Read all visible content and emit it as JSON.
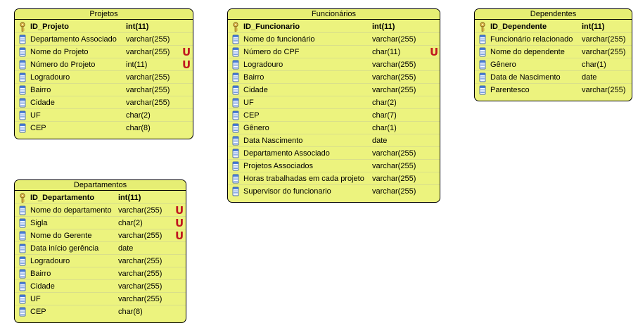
{
  "tables": [
    {
      "id": "projetos",
      "title": "Projetos",
      "columns": [
        {
          "name": "ID_Projeto",
          "type": "int(11)",
          "pk": true,
          "unique": false
        },
        {
          "name": "Departamento Associado",
          "type": "varchar(255)",
          "pk": false,
          "unique": false
        },
        {
          "name": "Nome do Projeto",
          "type": "varchar(255)",
          "pk": false,
          "unique": true
        },
        {
          "name": "Número do Projeto",
          "type": "int(11)",
          "pk": false,
          "unique": true
        },
        {
          "name": "Logradouro",
          "type": "varchar(255)",
          "pk": false,
          "unique": false
        },
        {
          "name": "Bairro",
          "type": "varchar(255)",
          "pk": false,
          "unique": false
        },
        {
          "name": "Cidade",
          "type": "varchar(255)",
          "pk": false,
          "unique": false
        },
        {
          "name": "UF",
          "type": "char(2)",
          "pk": false,
          "unique": false
        },
        {
          "name": "CEP",
          "type": "char(8)",
          "pk": false,
          "unique": false
        }
      ]
    },
    {
      "id": "funcionarios",
      "title": "Funcionários",
      "columns": [
        {
          "name": "ID_Funcionario",
          "type": "int(11)",
          "pk": true,
          "unique": false
        },
        {
          "name": "Nome do funcionário",
          "type": "varchar(255)",
          "pk": false,
          "unique": false
        },
        {
          "name": "Número do CPF",
          "type": "char(11)",
          "pk": false,
          "unique": true
        },
        {
          "name": "Logradouro",
          "type": "varchar(255)",
          "pk": false,
          "unique": false
        },
        {
          "name": "Bairro",
          "type": "varchar(255)",
          "pk": false,
          "unique": false
        },
        {
          "name": "Cidade",
          "type": "varchar(255)",
          "pk": false,
          "unique": false
        },
        {
          "name": "UF",
          "type": "char(2)",
          "pk": false,
          "unique": false
        },
        {
          "name": "CEP",
          "type": "char(7)",
          "pk": false,
          "unique": false
        },
        {
          "name": "Gênero",
          "type": "char(1)",
          "pk": false,
          "unique": false
        },
        {
          "name": "Data Nascimento",
          "type": "date",
          "pk": false,
          "unique": false
        },
        {
          "name": "Departamento Associado",
          "type": "varchar(255)",
          "pk": false,
          "unique": false
        },
        {
          "name": "Projetos Associados",
          "type": "varchar(255)",
          "pk": false,
          "unique": false
        },
        {
          "name": "Horas trabalhadas em cada projeto",
          "type": "varchar(255)",
          "pk": false,
          "unique": false
        },
        {
          "name": "Supervisor do funcionario",
          "type": "varchar(255)",
          "pk": false,
          "unique": false
        }
      ]
    },
    {
      "id": "dependentes",
      "title": "Dependentes",
      "columns": [
        {
          "name": "ID_Dependente",
          "type": "int(11)",
          "pk": true,
          "unique": false
        },
        {
          "name": "Funcionário relacionado",
          "type": "varchar(255)",
          "pk": false,
          "unique": false
        },
        {
          "name": "Nome do dependente",
          "type": "varchar(255)",
          "pk": false,
          "unique": false
        },
        {
          "name": "Gênero",
          "type": "char(1)",
          "pk": false,
          "unique": false
        },
        {
          "name": "Data de Nascimento",
          "type": "date",
          "pk": false,
          "unique": false
        },
        {
          "name": "Parentesco",
          "type": "varchar(255)",
          "pk": false,
          "unique": false
        }
      ]
    },
    {
      "id": "departamentos",
      "title": "Departamentos",
      "columns": [
        {
          "name": "ID_Departamento",
          "type": "int(11)",
          "pk": true,
          "unique": false
        },
        {
          "name": "Nome do departamento",
          "type": "varchar(255)",
          "pk": false,
          "unique": true
        },
        {
          "name": "Sigla",
          "type": "char(2)",
          "pk": false,
          "unique": true
        },
        {
          "name": "Nome do Gerente",
          "type": "varchar(255)",
          "pk": false,
          "unique": true
        },
        {
          "name": "Data início gerência",
          "type": "date",
          "pk": false,
          "unique": false
        },
        {
          "name": "Logradouro",
          "type": "varchar(255)",
          "pk": false,
          "unique": false
        },
        {
          "name": "Bairro",
          "type": "varchar(255)",
          "pk": false,
          "unique": false
        },
        {
          "name": "Cidade",
          "type": "varchar(255)",
          "pk": false,
          "unique": false
        },
        {
          "name": "UF",
          "type": "varchar(255)",
          "pk": false,
          "unique": false
        },
        {
          "name": "CEP",
          "type": "char(8)",
          "pk": false,
          "unique": false
        }
      ]
    }
  ],
  "unique_marker": "U",
  "colors": {
    "table_fill": "#ecf37e",
    "unique_marker": "#c0181f",
    "key_icon": "#c8a032",
    "column_icon": "#4a7fd8"
  }
}
